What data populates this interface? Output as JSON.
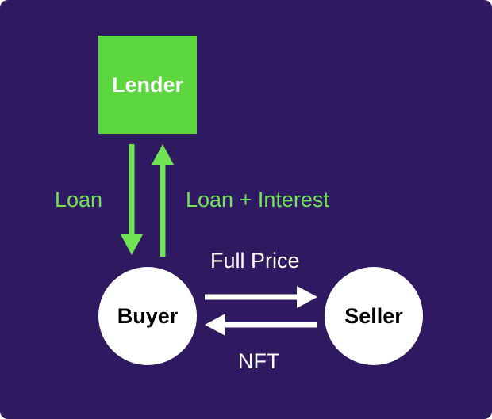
{
  "nodes": {
    "lender": "Lender",
    "buyer": "Buyer",
    "seller": "Seller"
  },
  "edges": {
    "loan": "Loan",
    "loan_interest": "Loan + Interest",
    "full_price": "Full Price",
    "nft": "NFT"
  },
  "colors": {
    "background": "#2f1a62",
    "lender_box": "#5bd63f",
    "green_arrow": "#6fe353",
    "white": "#ffffff"
  }
}
